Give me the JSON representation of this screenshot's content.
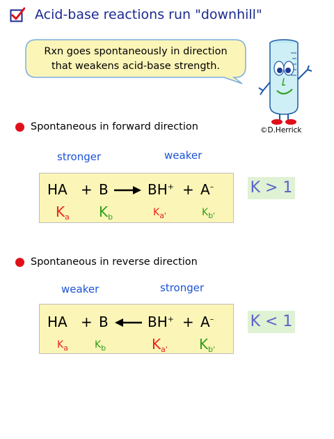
{
  "title": "Acid-base reactions run \"downhill\"",
  "bubble": {
    "line1": "Rxn goes spontaneously in direction",
    "line2": "that weakens acid-base strength."
  },
  "credit": "©D.Herrick",
  "colors": {
    "title": "#1b2a8f",
    "bullet": "#e0101a",
    "strength_label": "#1a52d6",
    "box_fill": "#fbf5b8",
    "k_fill": "#dff2d4",
    "k_text": "#5a63c8",
    "red_const": "#e8251a",
    "green_const": "#2f9e1a"
  },
  "forward": {
    "bullet": "Spontaneous in forward direction",
    "left_label": "stronger",
    "right_label": "weaker",
    "eq": {
      "ha": "HA",
      "plus1": "+",
      "b": "B",
      "arrow": "right-arrow",
      "bh": "BH",
      "bh_charge": "+",
      "plus2": "+",
      "a": "A",
      "a_charge": "–"
    },
    "constants": {
      "ka": "K",
      "ka_sub": "a",
      "kb": "K",
      "kb_sub": "b",
      "ka2": "K",
      "ka2_sub": "a'",
      "kb2": "K",
      "kb2_sub": "b'"
    },
    "k_result": "K > 1"
  },
  "reverse": {
    "bullet": "Spontaneous in reverse direction",
    "left_label": "weaker",
    "right_label": "stronger",
    "eq": {
      "ha": "HA",
      "plus1": "+",
      "b": "B",
      "arrow": "left-arrow",
      "bh": "BH",
      "bh_charge": "+",
      "plus2": "+",
      "a": "A",
      "a_charge": "–"
    },
    "constants": {
      "ka": "K",
      "ka_sub": "a",
      "kb": "K",
      "kb_sub": "b",
      "ka2": "K",
      "ka2_sub": "a'",
      "kb2": "K",
      "kb2_sub": "b'"
    },
    "k_result": "K < 1"
  }
}
